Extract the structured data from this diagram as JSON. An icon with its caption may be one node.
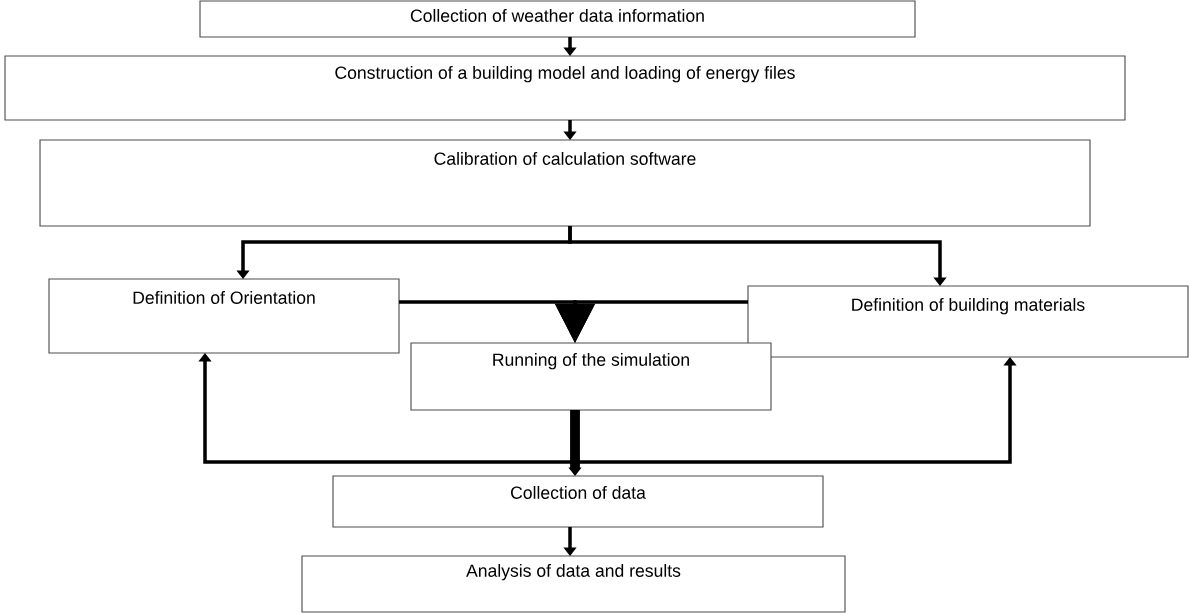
{
  "diagram": {
    "nodes": [
      {
        "text": [
          "Collection of weather data information"
        ]
      },
      {
        "text": [
          "Construction of a building model and loading of energy files"
        ]
      },
      {
        "text": [
          "Calibration of calculation software"
        ]
      },
      {
        "text": [
          "Definition of Orientation"
        ]
      },
      {
        "text": [
          "Running of the simulation"
        ]
      },
      {
        "text": [
          "Definition of building materials"
        ]
      },
      {
        "text": [
          "Collection of data"
        ]
      },
      {
        "text": [
          "Analysis of data and results"
        ]
      }
    ],
    "edges": [
      {
        "from": 0,
        "to": 1,
        "arrow": "to"
      },
      {
        "from": 1,
        "to": 2,
        "arrow": "to"
      },
      {
        "from": 2,
        "to": 3,
        "arrow": "to"
      },
      {
        "from": 2,
        "to": 5,
        "arrow": "to"
      },
      {
        "from": 3,
        "to": 4,
        "arrow": "to"
      },
      {
        "from": 5,
        "to": 4,
        "arrow": "to"
      },
      {
        "from": 4,
        "to": 6,
        "arrow": "to",
        "style": "thick"
      },
      {
        "from": 4,
        "to": 3,
        "arrow": "to"
      },
      {
        "from": 4,
        "to": 5,
        "arrow": "to"
      },
      {
        "from": 6,
        "to": 7,
        "arrow": "to"
      }
    ]
  }
}
